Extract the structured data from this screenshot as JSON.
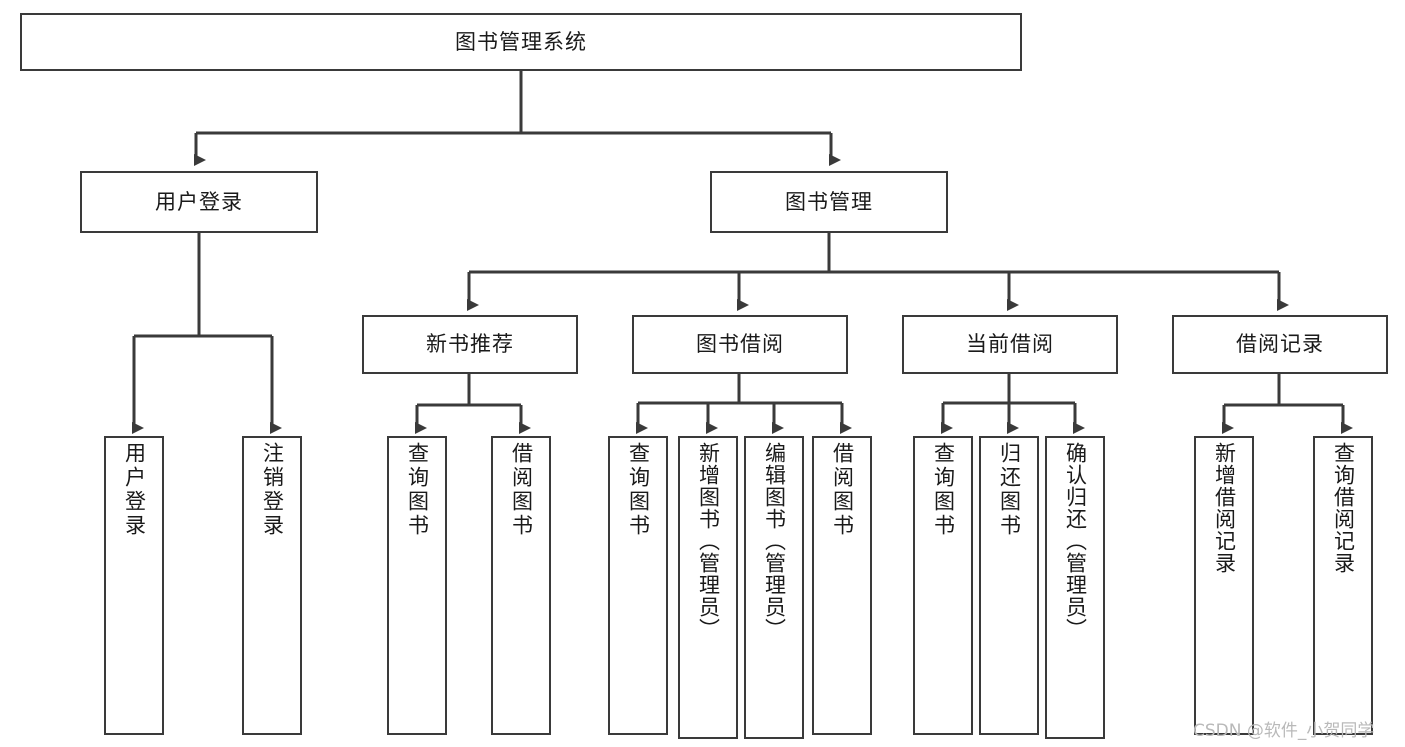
{
  "diagram": {
    "title": "图书管理系统",
    "type": "tree-hierarchy-chart",
    "watermark": "CSDN @软件_小贺同学",
    "colors": {
      "box_border": "#3a3a3a",
      "box_fill": "#ffffff",
      "edge": "#3a3a3a",
      "text": "#1a1a1a",
      "watermark": "#b9b9b9",
      "background": "#ffffff"
    }
  },
  "nodes": {
    "root": {
      "label": "图书管理系统"
    },
    "level2": [
      {
        "label": "用户登录"
      },
      {
        "label": "图书管理"
      }
    ],
    "level3": [
      {
        "label": "新书推荐"
      },
      {
        "label": "图书借阅"
      },
      {
        "label": "当前借阅"
      },
      {
        "label": "借阅记录"
      }
    ],
    "leaves": {
      "user_login": [
        {
          "label": "用户登录"
        },
        {
          "label": "注销登录"
        }
      ],
      "new_book": [
        {
          "label": "查询图书"
        },
        {
          "label": "借阅图书"
        }
      ],
      "book_borrow": [
        {
          "label": "查询图书"
        },
        {
          "label": "新增图书（管理员）"
        },
        {
          "label": "编辑图书（管理员）"
        },
        {
          "label": "借阅图书"
        }
      ],
      "current_borrow": [
        {
          "label": "查询图书"
        },
        {
          "label": "归还图书"
        },
        {
          "label": "确认归还（管理员）"
        }
      ],
      "borrow_record": [
        {
          "label": "新增借阅记录"
        },
        {
          "label": "查询借阅记录"
        }
      ]
    }
  }
}
